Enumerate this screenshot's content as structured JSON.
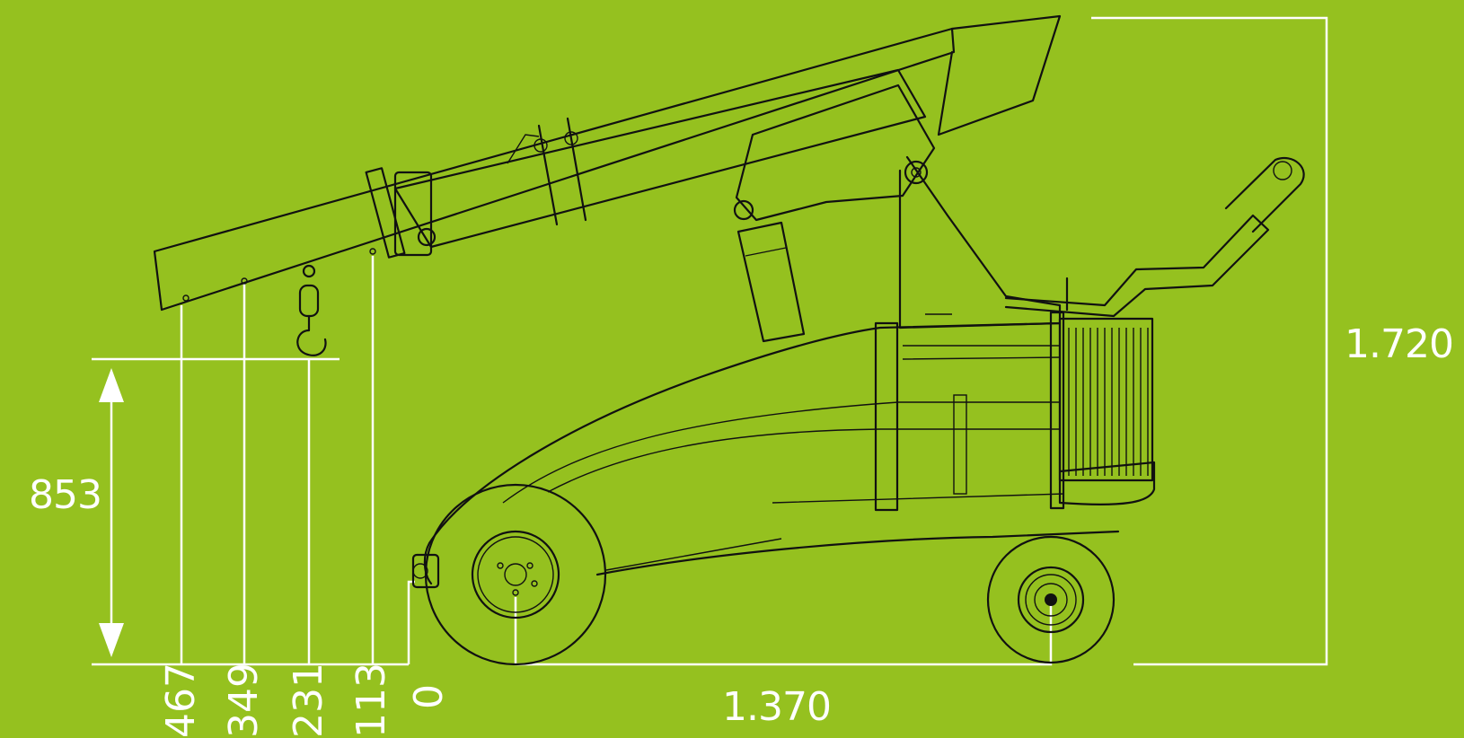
{
  "dimensions": {
    "height_total": "1.720",
    "hook_height": "853",
    "wheelbase": "1.370"
  },
  "boom_positions": [
    "467",
    "349",
    "231",
    "113",
    "0"
  ],
  "colors": {
    "background": "#95c11f",
    "linework": "#111111",
    "dimension_lines": "#ffffff"
  }
}
